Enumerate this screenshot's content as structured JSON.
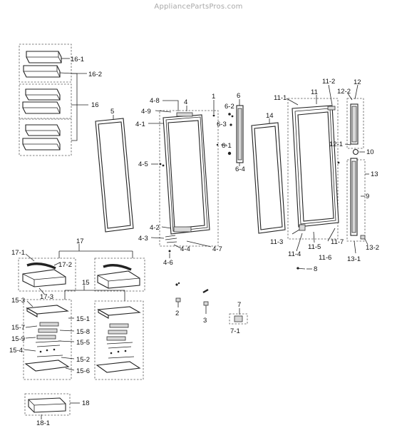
{
  "watermark": "AppliancePartsPros.com",
  "labels": {
    "l_16_1": "16-1",
    "l_16_2": "16-2",
    "l_16": "16",
    "l_5": "5",
    "l_4_8": "4-8",
    "l_4": "4",
    "l_4_9": "4-9",
    "l_4_1": "4-1",
    "l_4_5": "4-5",
    "l_4_2": "4-2",
    "l_4_3": "4-3",
    "l_4_4": "4-4",
    "l_4_7": "4-7",
    "l_4_6": "4-6",
    "l_1": "1",
    "l_6": "6",
    "l_6_2": "6-2",
    "l_6_3": "6-3",
    "l_6_1": "6-1",
    "l_6_4": "6-4",
    "l_14": "14",
    "l_11_1": "11-1",
    "l_11": "11",
    "l_11_2": "11-2",
    "l_12_2": "12-2",
    "l_12": "12",
    "l_12_1": "12-1",
    "l_10": "10",
    "l_13": "13",
    "l_9": "9",
    "l_11_3": "11-3",
    "l_11_5": "11-5",
    "l_11_7": "11-7",
    "l_13_2": "13-2",
    "l_11_4": "11-4",
    "l_11_6": "11-6",
    "l_13_1": "13-1",
    "l_8": "8",
    "l_17": "17",
    "l_17_1": "17-1",
    "l_17_2": "17-2",
    "l_17_3": "17-3",
    "l_15": "15",
    "l_15_3": "15-3",
    "l_15_1": "15-1",
    "l_15_7": "15-7",
    "l_15_8": "15-8",
    "l_15_9": "15-9",
    "l_15_5": "15-5",
    "l_15_4": "15-4",
    "l_15_2": "15-2",
    "l_15_6": "15-6",
    "l_2": "2",
    "l_3": "3",
    "l_7": "7",
    "l_7_1": "7-1",
    "l_18": "18",
    "l_18_1": "18-1"
  }
}
